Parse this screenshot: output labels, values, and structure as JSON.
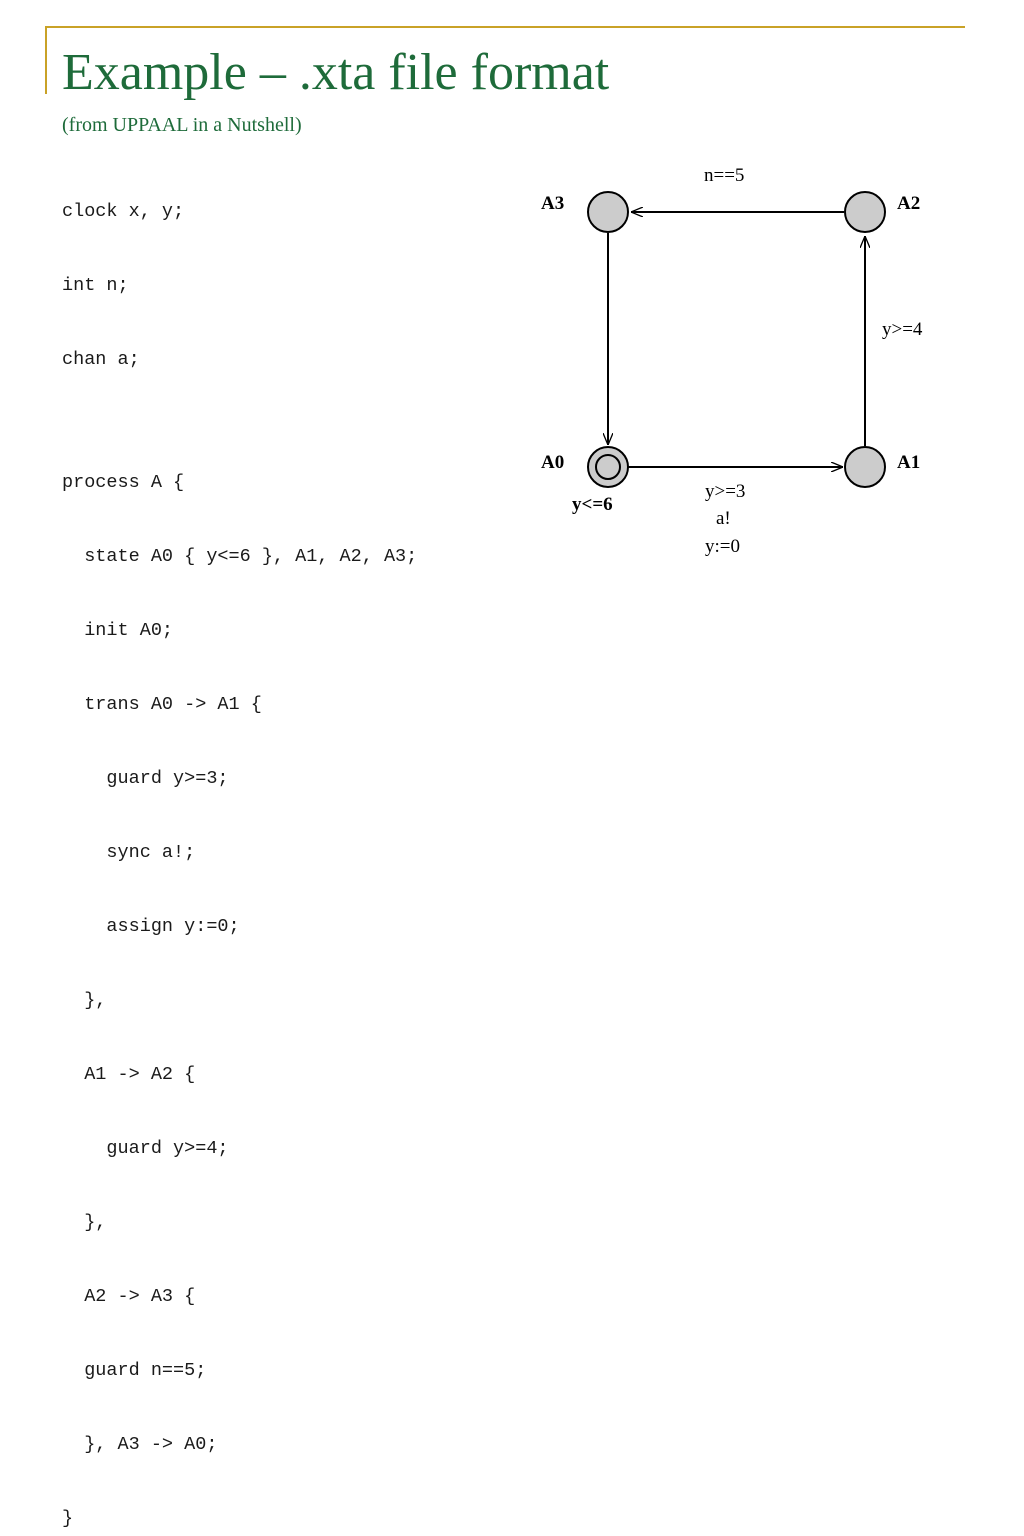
{
  "colors": {
    "accent": "#c9a227",
    "title": "#1e6b3a",
    "node_fill": "#cccccc",
    "stroke": "#000000"
  },
  "slide": {
    "title": "Example – .xta file format",
    "subtitle": "(from UPPAAL in a Nutshell)"
  },
  "code": {
    "declarations": [
      "clock x, y;",
      "int n;",
      "chan a;"
    ],
    "process": [
      "process A {",
      "  state A0 { y<=6 }, A1, A2, A3;",
      "  init A0;",
      "  trans A0 -> A1 {",
      "    guard y>=3;",
      "    sync a!;",
      "    assign y:=0;",
      "  },",
      "  A1 -> A2 {",
      "    guard y>=4;",
      "  },",
      "  A2 -> A3 {",
      "  guard n==5;",
      "  }, A3 -> A0;",
      "}"
    ]
  },
  "diagram": {
    "nodes": {
      "a0": {
        "label": "A0",
        "invariant": "y<=6",
        "initial": true
      },
      "a1": {
        "label": "A1"
      },
      "a2": {
        "label": "A2"
      },
      "a3": {
        "label": "A3"
      }
    },
    "edges": {
      "a0_a1": {
        "guard": "y>=3",
        "sync": "a!",
        "assign": "y:=0"
      },
      "a1_a2": {
        "guard": "y>=4"
      },
      "a2_a3": {
        "guard": "n==5"
      },
      "a3_a0": {}
    }
  }
}
